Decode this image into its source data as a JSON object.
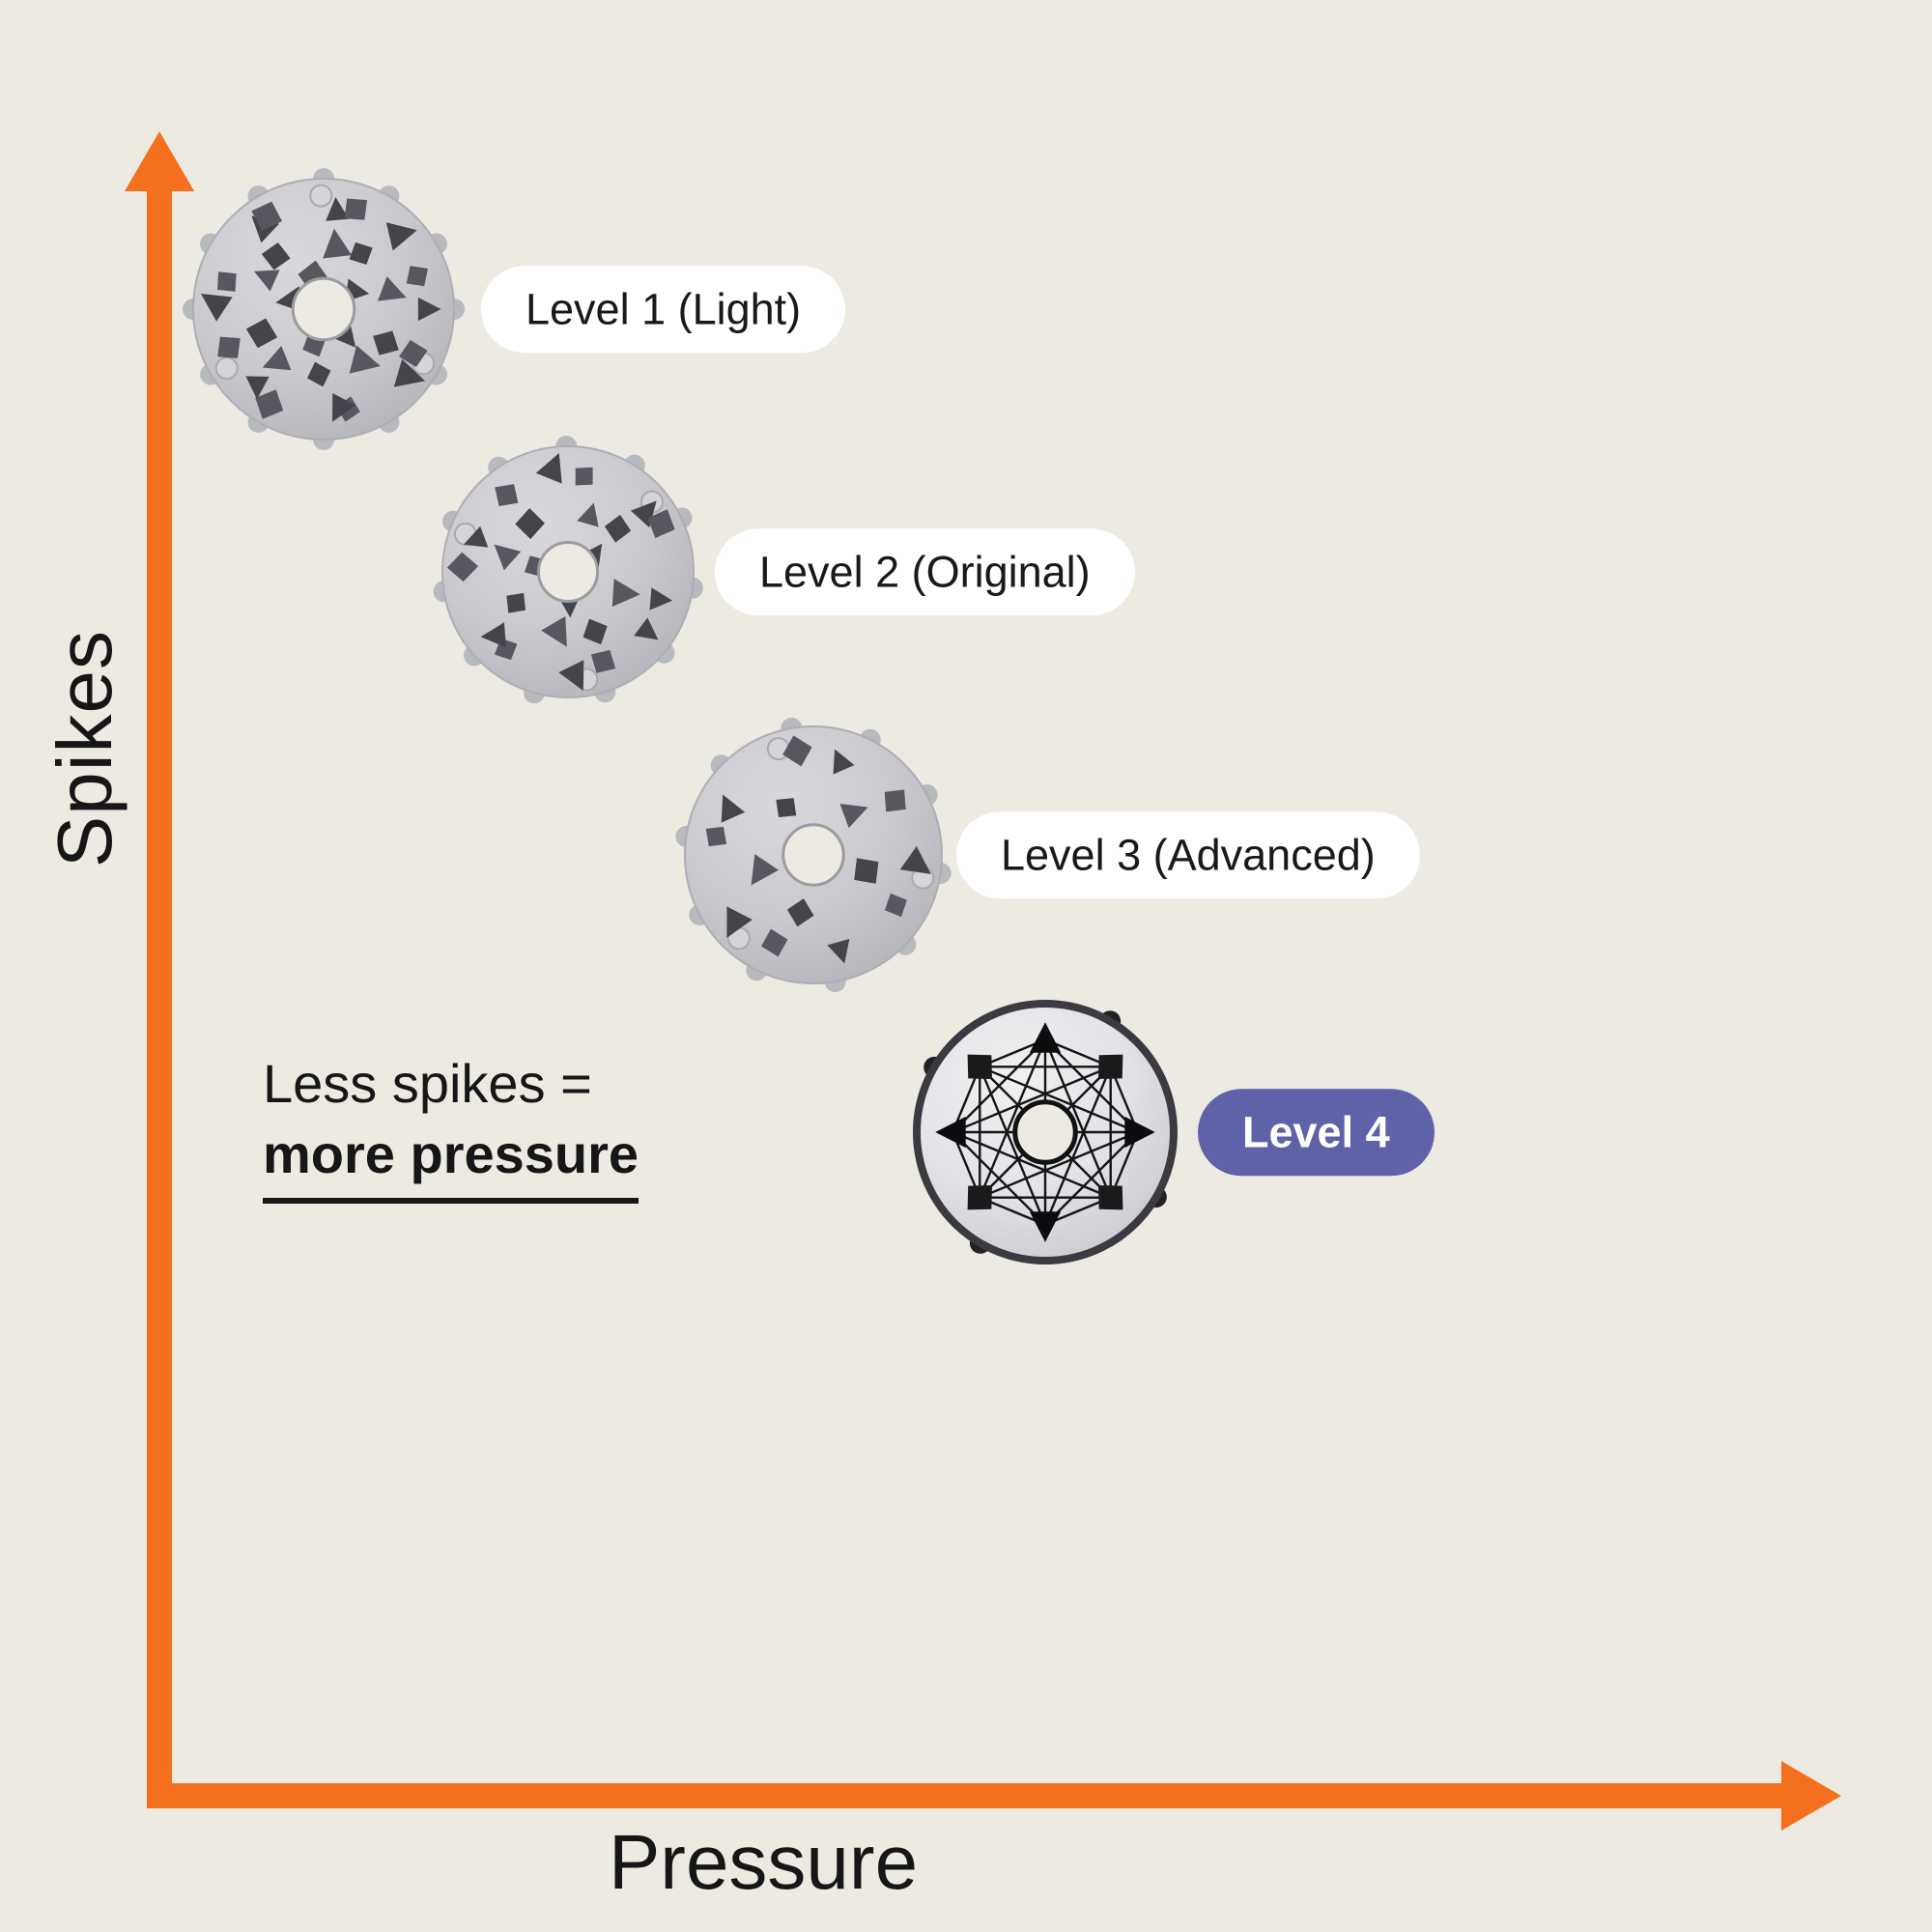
{
  "canvas": {
    "bg": "#EDEAE2",
    "accent_orange": "#F4701E",
    "ink": "#161616",
    "pill_white": "#FFFFFF",
    "level4_purple": "#5F62A8"
  },
  "axes": {
    "y_label": "Spikes",
    "x_label": "Pressure"
  },
  "annotation": {
    "line1": "Less spikes =",
    "line2": "more pressure"
  },
  "levels": [
    {
      "label": "Level 1 (Light)",
      "pill_bg": "#FFFFFF",
      "pill_color": "#191919",
      "pill_bold": false,
      "disc": {
        "style": "translucent",
        "bumps": 12,
        "rings": [
          {
            "r": 0.8,
            "n": 16
          },
          {
            "r": 0.52,
            "n": 10
          },
          {
            "r": 0.27,
            "n": 5
          }
        ]
      }
    },
    {
      "label": "Level 2 (Original)",
      "pill_bg": "#FFFFFF",
      "pill_color": "#191919",
      "pill_bold": false,
      "disc": {
        "style": "translucent",
        "bumps": 11,
        "rings": [
          {
            "r": 0.8,
            "n": 13
          },
          {
            "r": 0.5,
            "n": 8
          },
          {
            "r": 0.25,
            "n": 3
          }
        ]
      }
    },
    {
      "label": "Level 3 (Advanced)",
      "pill_bg": "#FFFFFF",
      "pill_color": "#191919",
      "pill_bold": false,
      "disc": {
        "style": "translucent",
        "bumps": 10,
        "rings": [
          {
            "r": 0.78,
            "n": 10
          },
          {
            "r": 0.44,
            "n": 5
          }
        ]
      }
    },
    {
      "label": "Level 4",
      "pill_bg": "#5F62A8",
      "pill_color": "#FFFFFF",
      "pill_bold": true,
      "disc": {
        "style": "dark",
        "bumps": 4,
        "lattice_points": 8,
        "rings": [
          {
            "r": 0.72,
            "n": 8
          }
        ]
      }
    }
  ],
  "chart_data": {
    "type": "scatter",
    "title": "",
    "xlabel": "Pressure",
    "ylabel": "Spikes",
    "legend": false,
    "annotation": "Less spikes = more pressure",
    "points": [
      {
        "label": "Level 1 (Light)",
        "pressure_rank": 1,
        "spikes_rank": 4,
        "approx_spike_count": 31
      },
      {
        "label": "Level 2 (Original)",
        "pressure_rank": 2,
        "spikes_rank": 3,
        "approx_spike_count": 24
      },
      {
        "label": "Level 3 (Advanced)",
        "pressure_rank": 3,
        "spikes_rank": 2,
        "approx_spike_count": 15
      },
      {
        "label": "Level 4",
        "pressure_rank": 4,
        "spikes_rank": 1,
        "approx_spike_count": 8
      }
    ],
    "trend": "Fewer spikes correspond to more pressure; discs step down-right from Level 1 to Level 4"
  }
}
